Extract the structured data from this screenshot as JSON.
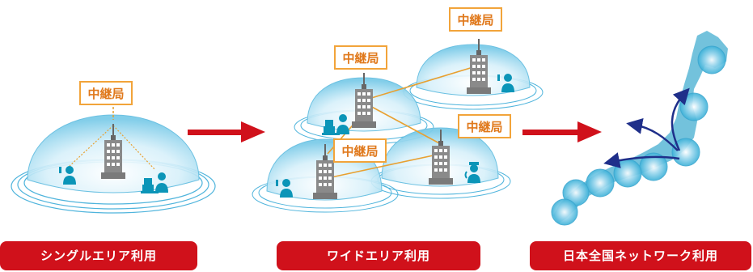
{
  "relay_label": "中継局",
  "panels": [
    {
      "id": "single",
      "caption": "シングルエリア利用"
    },
    {
      "id": "wide",
      "caption": "ワイドエリア利用"
    },
    {
      "id": "nationwide",
      "caption": "日本全国ネットワーク利用"
    }
  ],
  "colors": {
    "banner": "#d0111b",
    "arrow": "#d0111b",
    "relay_text": "#e0791c",
    "relay_border": "#f2a43a",
    "dome": "#bfe6f6",
    "building": "#888888",
    "user_icon": "#0b95b8",
    "link_line": "#e8a030"
  },
  "icons": [
    "building-tower-icon",
    "person-icon",
    "desk-operator-icon",
    "guard-icon",
    "japan-map-icon",
    "red-arrow-icon"
  ]
}
